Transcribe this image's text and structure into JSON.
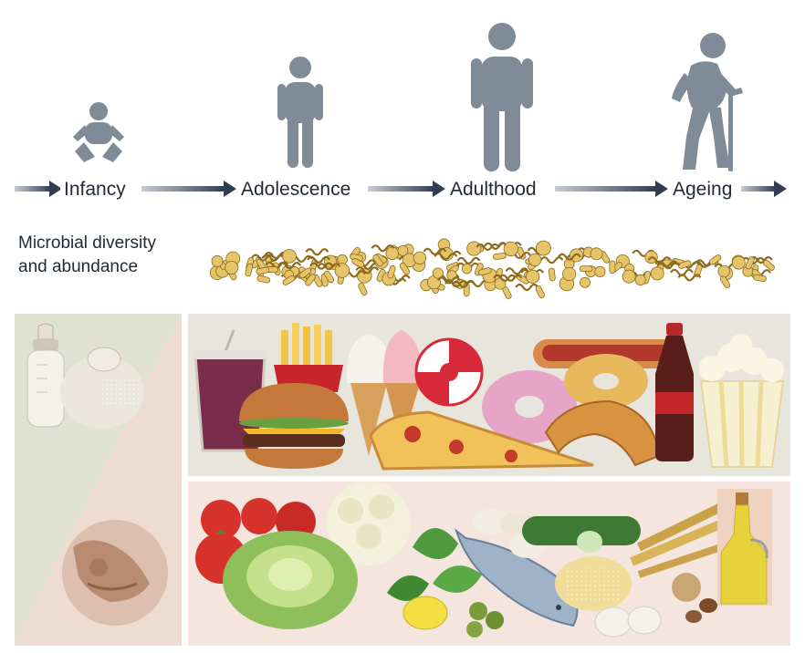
{
  "stages": [
    {
      "id": "infancy",
      "label": "Infancy",
      "icon": "baby-icon"
    },
    {
      "id": "adolescence",
      "label": "Adolescence",
      "icon": "child-icon"
    },
    {
      "id": "adulthood",
      "label": "Adulthood",
      "icon": "adult-icon"
    },
    {
      "id": "ageing",
      "label": "Ageing",
      "icon": "elderly-with-cane-icon"
    }
  ],
  "microbiome": {
    "label_line1": "Microbial diversity",
    "label_line2": "and abundance"
  },
  "panels": {
    "infant_diet": {
      "items": [
        "baby-bottle-icon",
        "formula-scoop-icon",
        "breastfeeding-icon"
      ]
    },
    "processed_food": {
      "items": [
        "soda-cup-icon",
        "fries-icon",
        "burger-icon",
        "ice-cream-cone-icon",
        "lollipop-icon",
        "hot-dog-icon",
        "donut-icon",
        "pizza-slice-icon",
        "croissant-icon",
        "cola-bottle-icon",
        "popcorn-icon"
      ]
    },
    "whole_food": {
      "items": [
        "tomato-icon",
        "cabbage-icon",
        "cauliflower-icon",
        "spinach-icon",
        "lemon-icon",
        "olives-icon",
        "fish-icon",
        "eggs-icon",
        "cucumber-icon",
        "chickpeas-icon",
        "garlic-icon",
        "wheat-icon",
        "nuts-icon",
        "olive-oil-icon"
      ]
    }
  },
  "colors": {
    "figure": "#808b98",
    "arrow": "#2f3d52",
    "microbe": "#e6c56a",
    "microbe_dark": "#8c6b1c",
    "infant_panel_a": "#dfe1d2",
    "infant_panel_b": "#efdcd0",
    "processed_panel": "#e8e6dc",
    "whole_panel": "#f4e6df"
  }
}
